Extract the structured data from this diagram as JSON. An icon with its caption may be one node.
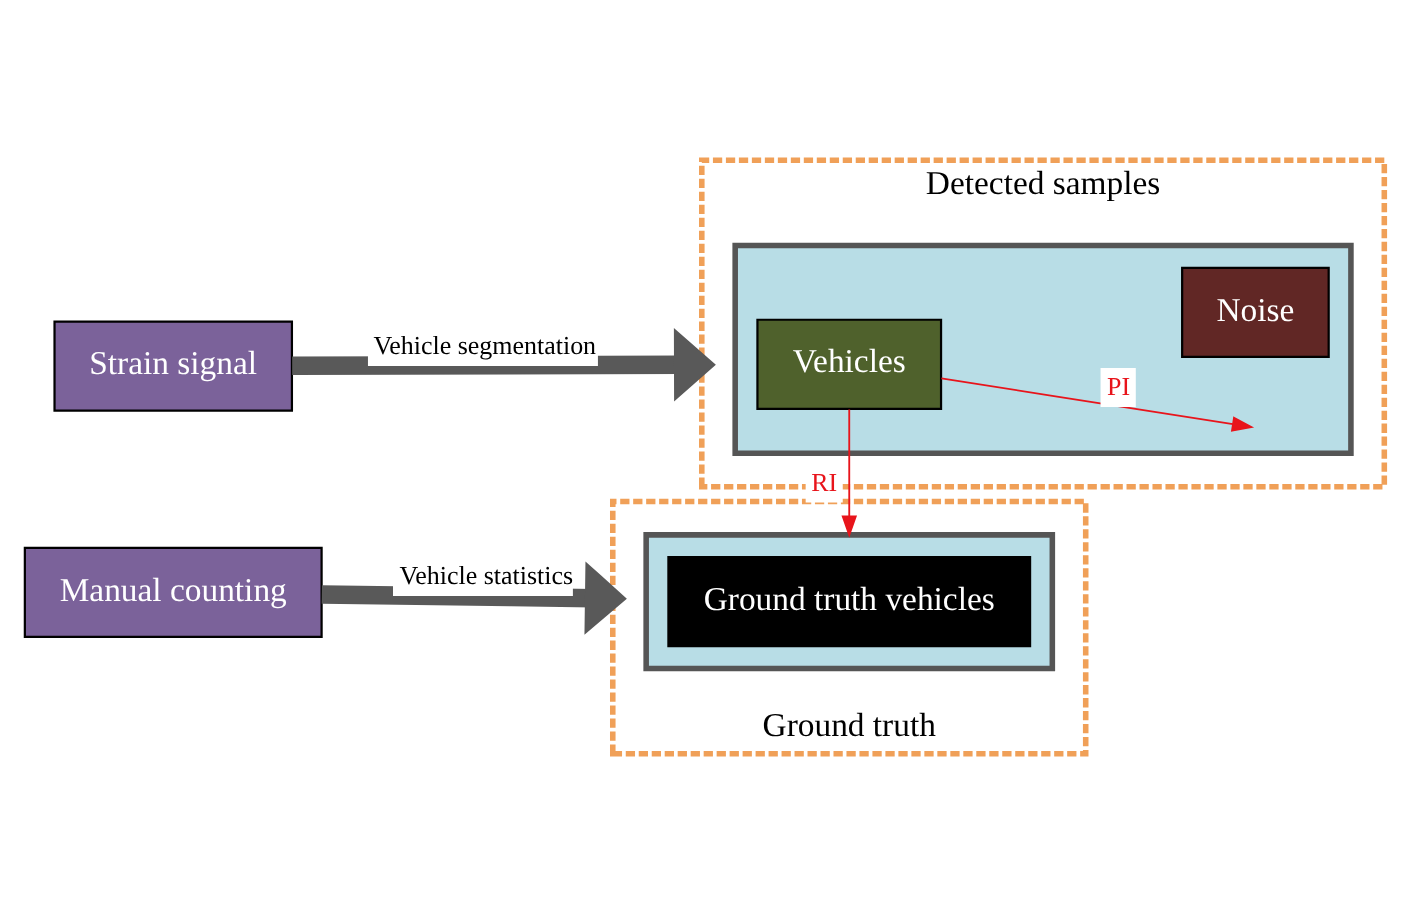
{
  "diagram": {
    "nodes": [
      {
        "text": [
          "Strain signal"
        ]
      },
      {
        "text": [
          "Manual counting"
        ]
      },
      {
        "text": [
          "Detected samples"
        ]
      },
      {
        "text": [],
        "shape": "box",
        "in": 2
      },
      {
        "text": [
          "Vehicles"
        ],
        "in": 3
      },
      {
        "text": [
          "Noise"
        ],
        "in": 3
      },
      {
        "text": [
          "Ground truth"
        ]
      },
      {
        "text": [],
        "shape": "box",
        "in": 6
      },
      {
        "text": [
          "Ground truth vehicles"
        ],
        "in": 7
      }
    ],
    "edges": [
      {
        "from": 0,
        "to": 2,
        "arrow": "to",
        "label": "Vehicle segmentation",
        "style": "thick"
      },
      {
        "from": 1,
        "to": 6,
        "arrow": "to",
        "label": "Vehicle statistics",
        "style": "thick"
      },
      {
        "from": 4,
        "to": 3,
        "arrow": "to",
        "label": "PI",
        "color": "#e8141b"
      },
      {
        "from": 4,
        "to": 7,
        "arrow": "to",
        "label": "RI",
        "color": "#e8141b"
      }
    ]
  }
}
